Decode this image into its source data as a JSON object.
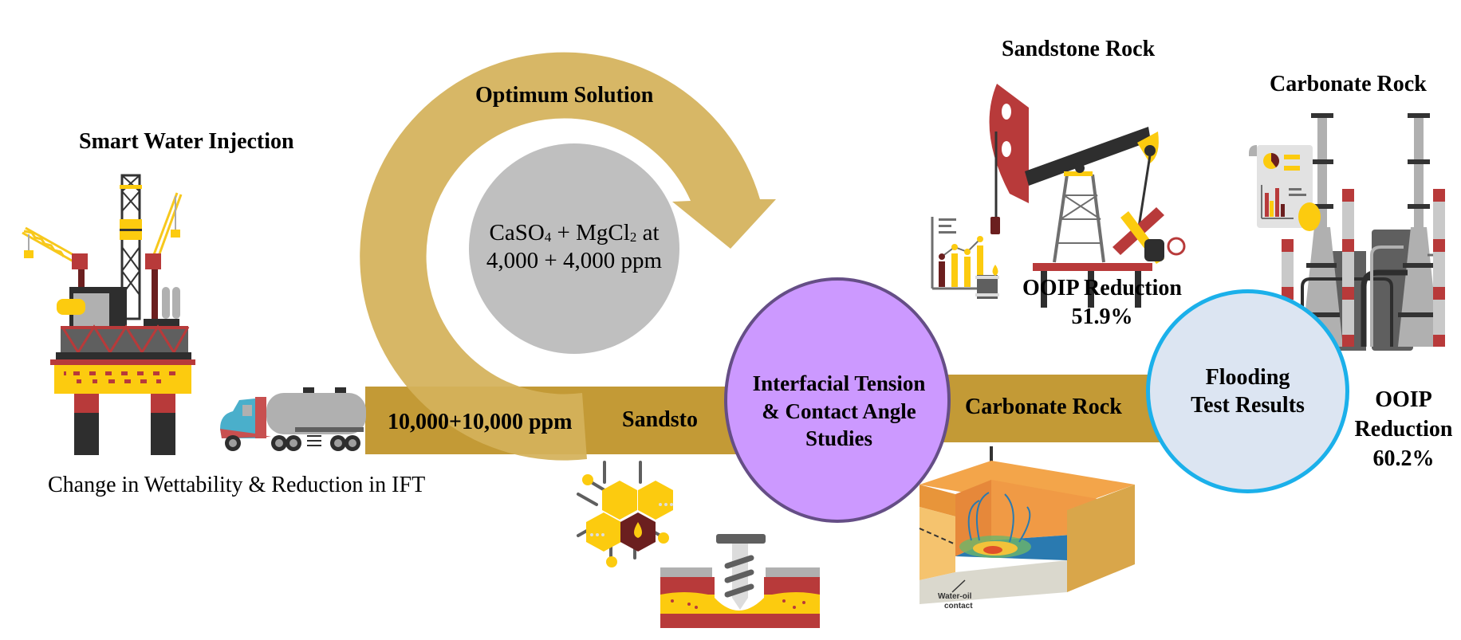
{
  "left": {
    "title": "Smart Water Injection",
    "caption": "Change in Wettability & Reduction in IFT",
    "icons": [
      "offshore-oil-rig-icon",
      "tanker-truck-icon"
    ]
  },
  "cycle": {
    "arrow_label": "Optimum Solution",
    "solution_line1_parts": {
      "a": "CaSO",
      "a_sub": "4",
      "b": " + MgCl",
      "b_sub": "2",
      "c": " at"
    },
    "solution_line2": "4,000 + 4,000 ppm"
  },
  "band": {
    "concentration": "10,000+10,000 ppm",
    "sandstone_label": "Sandsto",
    "carbonate_label": "Carbonate Rock"
  },
  "center_circle": {
    "line1": "Interfacial Tension",
    "line2": "& Contact Angle",
    "line3": "Studies"
  },
  "sandstone": {
    "title": "Sandstone Rock",
    "result_line1": "OOIP Reduction",
    "result_line2": "51.9%",
    "icons": [
      "pumpjack-icon",
      "chart-report-icon"
    ]
  },
  "carbonate": {
    "title": "Carbonate Rock",
    "result_line1": "OOIP",
    "result_line2": "Reduction",
    "result_line3": "60.2%",
    "icons": [
      "refinery-icon",
      "report-document-icon"
    ]
  },
  "results_circle": {
    "line1": "Flooding",
    "line2": "Test Results"
  },
  "bottom_icons": {
    "hexagon": "molecule-oil-drop-icon",
    "drill": "drill-rock-layers-icon",
    "reservoir": "reservoir-block-icon",
    "reservoir_label_line1": "Water-oil",
    "reservoir_label_line2": "contact"
  },
  "colors": {
    "band": "#C39A36",
    "arrow": "#D4B15A",
    "gray_circle": "#BFBFBF",
    "purple_circle": "#CC99FF",
    "purple_border": "#654E86",
    "blue_circle": "#DCE5F2",
    "blue_border": "#1BB0EA"
  }
}
